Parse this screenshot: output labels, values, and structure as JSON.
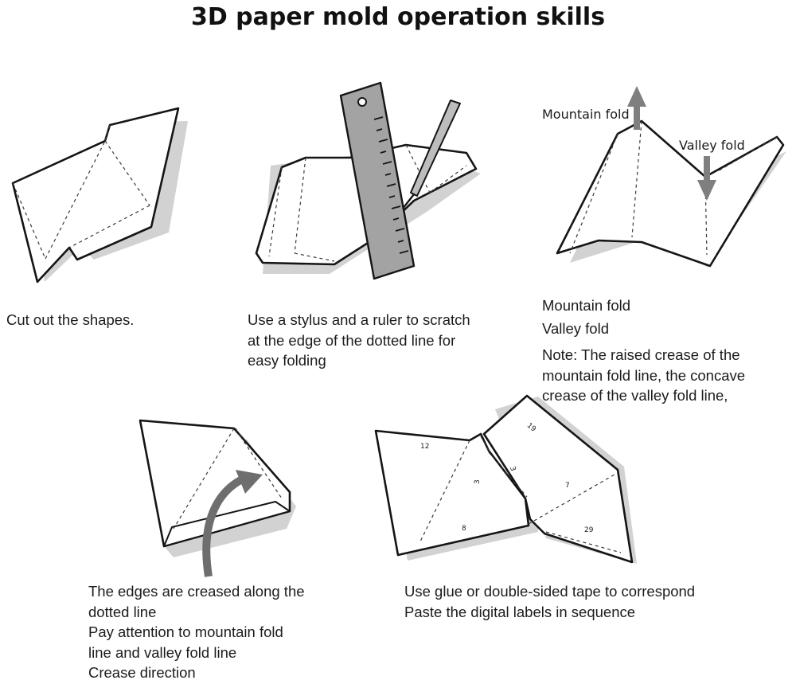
{
  "title": "3D paper mold operation skills",
  "steps": {
    "cut": {
      "lines": [
        "Cut out the shapes."
      ]
    },
    "score": {
      "lines": [
        "Use a stylus and a ruler to scratch",
        "at the edge of the dotted line for",
        "easy folding"
      ]
    },
    "fold": {
      "mountain_label": "Mountain fold",
      "valley_label": "Valley fold",
      "lines": [
        "Mountain fold",
        "Valley fold",
        "Note: The raised crease of the",
        "mountain fold line, the concave",
        "crease of the valley fold line,"
      ]
    },
    "crease": {
      "lines": [
        "The edges are creased along the",
        "dotted line",
        "Pay attention to mountain fold",
        "line and valley fold line",
        "Crease direction"
      ]
    },
    "glue": {
      "lines": [
        "Use glue or double-sided tape to correspond",
        "Paste the digital labels in sequence"
      ],
      "piece_numbers": [
        "12",
        "3",
        "8",
        "19",
        "3",
        "7",
        "29"
      ]
    }
  },
  "colors": {
    "arrow": "#7f7f7f",
    "ruler": "#a3a3a3",
    "shadow": "#d2d2d2"
  }
}
